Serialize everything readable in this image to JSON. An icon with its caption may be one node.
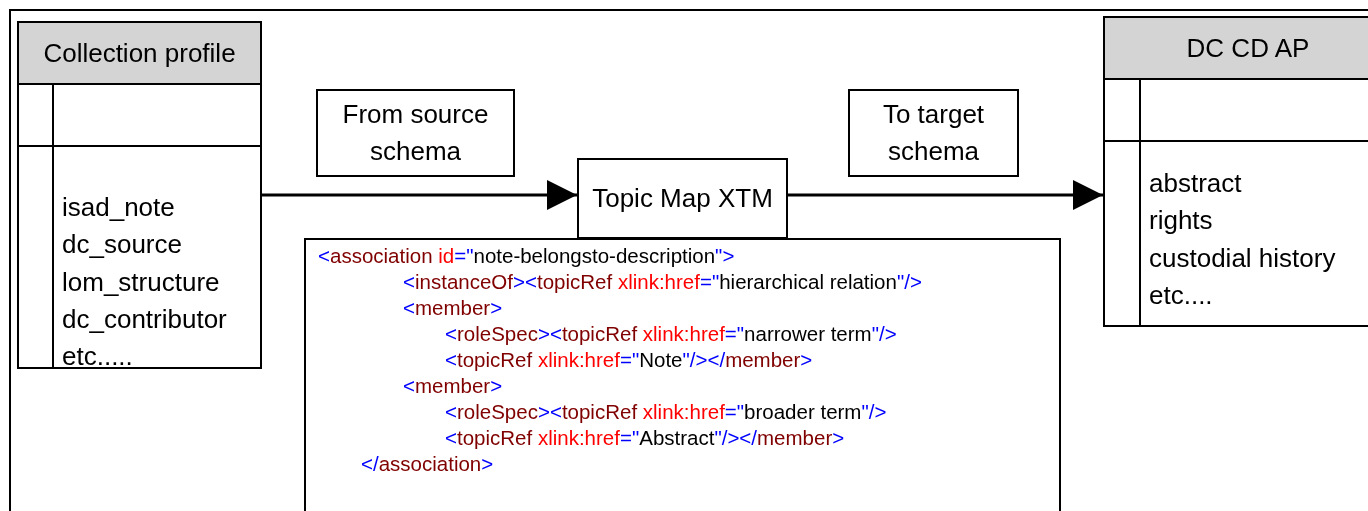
{
  "diagram": {
    "nodes": [
      {
        "text": [
          "Collection profile",
          "isad_note",
          "dc_source",
          "lom_structure",
          "dc_contributor",
          "etc....."
        ]
      },
      {
        "text": [
          "From source schema"
        ]
      },
      {
        "text": [
          "Topic Map XTM"
        ]
      },
      {
        "text": [
          "To target schema"
        ]
      },
      {
        "text": [
          "DC CD AP",
          "abstract",
          "rights",
          "custodial history",
          "etc...."
        ]
      },
      {
        "text": [
          "<association id=\"note-belongsto-description\">",
          "<instanceOf><topicRef xlink:href=\"hierarchical relation\"/>",
          "<member>",
          "<roleSpec><topicRef xlink:href=\"narrower term\"/>",
          "<topicRef xlink:href=\"Note\"/></member>",
          "<member>",
          "<roleSpec><topicRef xlink:href=\"broader term\"/>",
          "<topicRef xlink:href=\"Abstract\"/></member>",
          "</association>"
        ]
      }
    ],
    "edges": [
      {
        "from": 0,
        "to": 2,
        "arrow": "to"
      },
      {
        "from": 2,
        "to": 4,
        "arrow": "to"
      }
    ]
  }
}
